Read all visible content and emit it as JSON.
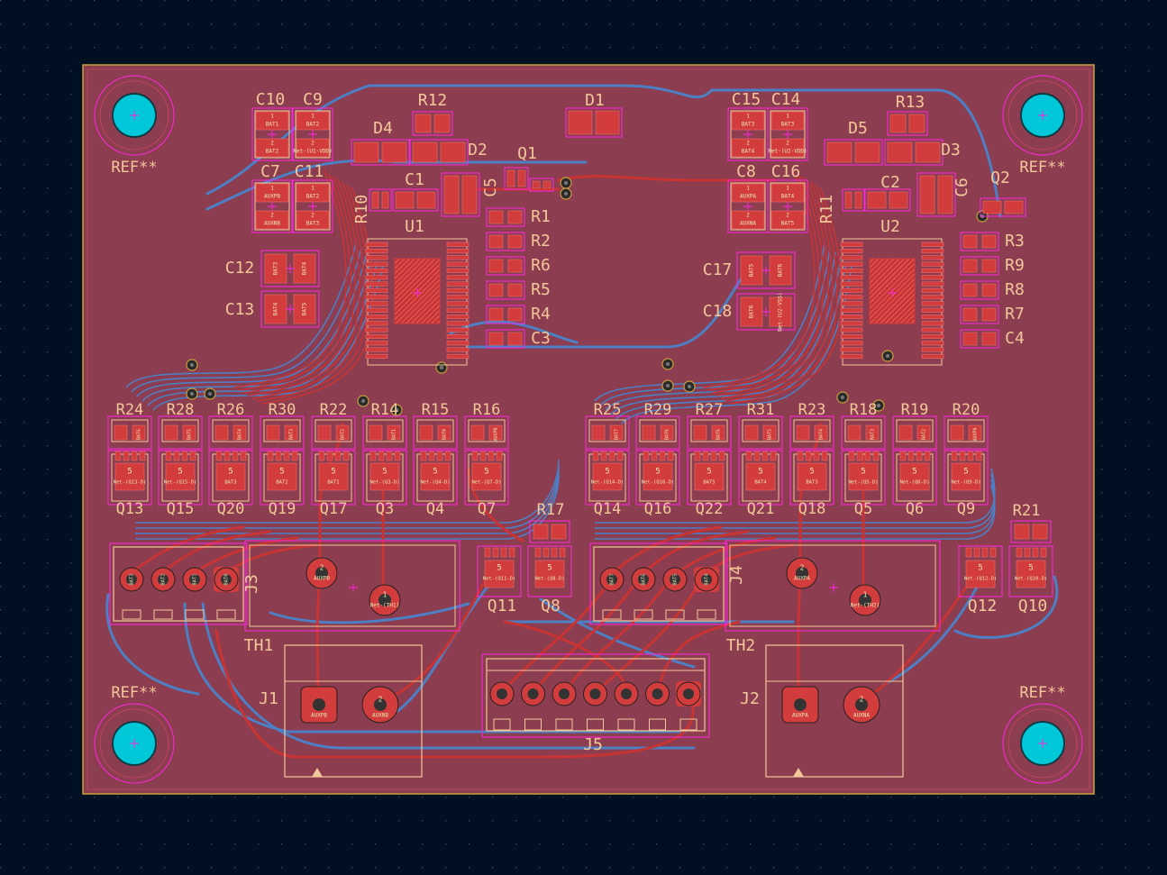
{
  "colors": {
    "background": "#001023",
    "board_fill": "#8c3d4f",
    "board_edge": "#c8a03c",
    "front_copper": "#c83434",
    "back_copper": "#4d7fc4",
    "silkscreen": "#f2c89a",
    "pad": "#d23c3c",
    "courtyard": "#ff26e2",
    "mount_hole": "#00c8d8",
    "fab_text": "#e8e8b4"
  },
  "mount_holes": [
    {
      "label": "REF**"
    },
    {
      "label": "REF**"
    },
    {
      "label": "REF**"
    },
    {
      "label": "REF**"
    }
  ],
  "capacitors_top": [
    {
      "ref": "C10",
      "n1": "BAT1",
      "n2": "BAT2"
    },
    {
      "ref": "C9",
      "n1": "BAT2",
      "n2": "Net-(U1-VDD)"
    },
    {
      "ref": "C7",
      "n1": "AUXPB",
      "n2": "AUXNB"
    },
    {
      "ref": "C11",
      "n1": "BAT2",
      "n2": "BAT3"
    },
    {
      "ref": "C15",
      "n1": "BAT3",
      "n2": "BAT4"
    },
    {
      "ref": "C14",
      "n1": "BAT3",
      "n2": "Net-(U2-VDD)"
    },
    {
      "ref": "C8",
      "n1": "AUXPA",
      "n2": "AUXNA"
    },
    {
      "ref": "C16",
      "n1": "BAT4",
      "n2": "BAT5"
    }
  ],
  "capacitors_mid": [
    {
      "ref": "C12",
      "n1": "BAT3",
      "n2": "BAT4"
    },
    {
      "ref": "C13",
      "n1": "BAT4",
      "n2": "BAT5"
    },
    {
      "ref": "C17",
      "n1": "BAT5",
      "n2": "BAT6"
    },
    {
      "ref": "C18",
      "n1": "BAT6",
      "n2": "Net-(U2-VSS)"
    }
  ],
  "small_labels": [
    {
      "ref": "R12"
    },
    {
      "ref": "D4"
    },
    {
      "ref": "D2"
    },
    {
      "ref": "D1"
    },
    {
      "ref": "Q1"
    },
    {
      "ref": "C1"
    },
    {
      "ref": "C5"
    },
    {
      "ref": "R10"
    },
    {
      "ref": "U1"
    },
    {
      "ref": "R13"
    },
    {
      "ref": "D5"
    },
    {
      "ref": "D3"
    },
    {
      "ref": "Q2"
    },
    {
      "ref": "C2"
    },
    {
      "ref": "C6"
    },
    {
      "ref": "R11"
    },
    {
      "ref": "U2"
    }
  ],
  "resistor_column_left": [
    {
      "ref": "R1"
    },
    {
      "ref": "R2"
    },
    {
      "ref": "R6"
    },
    {
      "ref": "R5"
    },
    {
      "ref": "R4"
    },
    {
      "ref": "C3"
    }
  ],
  "resistor_column_right": [
    {
      "ref": "R3"
    },
    {
      "ref": "R9"
    },
    {
      "ref": "R8"
    },
    {
      "ref": "R7"
    },
    {
      "ref": "C4"
    }
  ],
  "fet_row_left": [
    {
      "r": "R24",
      "q": "Q13",
      "gate": "BAT6",
      "net": "Net-(Q13-D)"
    },
    {
      "r": "R28",
      "q": "Q15",
      "gate": "BAT5",
      "net": "Net-(Q15-D)"
    },
    {
      "r": "R26",
      "q": "Q20",
      "gate": "BAT4",
      "net": "BAT3"
    },
    {
      "r": "R30",
      "q": "Q19",
      "gate": "BAT3",
      "net": "BAT2"
    },
    {
      "r": "R22",
      "q": "Q17",
      "gate": "BAT2",
      "net": "BAT1"
    },
    {
      "r": "R14",
      "q": "Q3",
      "gate": "BAT1",
      "net": "Net-(Q3-D)"
    },
    {
      "r": "R15",
      "q": "Q4",
      "gate": "BAT0",
      "net": "Net-(Q4-D)"
    },
    {
      "r": "R16",
      "q": "Q7",
      "gate": "AUXPB",
      "net": "Net-(Q7-D)"
    }
  ],
  "fet_row_right": [
    {
      "r": "R25",
      "q": "Q14",
      "gate": "BAT7",
      "net": "Net-(Q14-D)"
    },
    {
      "r": "R29",
      "q": "Q16",
      "gate": "BAT6",
      "net": "Net-(Q16-D)"
    },
    {
      "r": "R27",
      "q": "Q22",
      "gate": "BAT6",
      "net": "BAT5"
    },
    {
      "r": "R31",
      "q": "Q21",
      "gate": "BAT5",
      "net": "BAT4"
    },
    {
      "r": "R23",
      "q": "Q18",
      "gate": "BAT4",
      "net": "BAT3"
    },
    {
      "r": "R18",
      "q": "Q5",
      "gate": "BAT3",
      "net": "Net-(Q5-D)"
    },
    {
      "r": "R19",
      "q": "Q6",
      "gate": "BAT2",
      "net": "Net-(Q6-D)"
    },
    {
      "r": "R20",
      "q": "Q9",
      "gate": "AUXPA",
      "net": "Net-(Q9-D)"
    }
  ],
  "small_fets": [
    {
      "r": "R17",
      "q": "Q11",
      "net": "Net-(Q11-D)"
    },
    {
      "q": "Q8",
      "net": "Net-(Q8-D)"
    },
    {
      "r": "R21",
      "q": "Q12",
      "net": "Net-(Q12-D)"
    },
    {
      "q": "Q10",
      "net": "Net-(Q10-D)"
    }
  ],
  "connectors": {
    "J3": {
      "ref": "J3",
      "pins": [
        "BAT3",
        "BAT2",
        "BAT1",
        "BAT0"
      ]
    },
    "J4": {
      "ref": "J4",
      "pins": [
        "BAT7",
        "BAT6",
        "BAT5",
        "BAT4"
      ]
    },
    "TH1": {
      "ref": "TH1",
      "p2": "AUXPB",
      "p1": "Net-(TH1)"
    },
    "TH2": {
      "ref": "TH2",
      "p2": "AUXPA",
      "p1": "Net-(TH2)"
    },
    "J1": {
      "ref": "J1",
      "p1": "AUXPB",
      "p2": "AUXNB"
    },
    "J2": {
      "ref": "J2",
      "p1": "AUXPA",
      "p2": "AUXNA"
    },
    "J5": {
      "ref": "J5",
      "pins": [
        "",
        "",
        "",
        "",
        "",
        "",
        ""
      ]
    }
  },
  "pad_nums": {
    "one": "1",
    "two": "2",
    "five": "5"
  }
}
